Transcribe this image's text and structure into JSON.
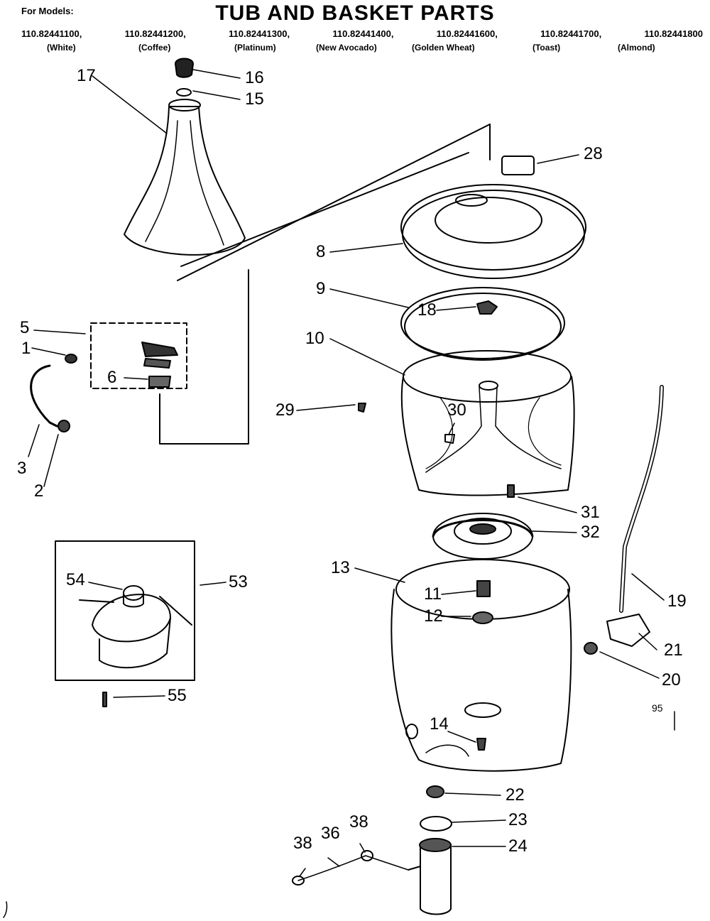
{
  "header": {
    "title": "TUB AND BASKET PARTS",
    "for_models_label": "For Models:",
    "models": [
      "110.82441100,",
      "110.82441200,",
      "110.82441300,",
      "110.82441400,",
      "110.82441600,",
      "110.82441700,",
      "110.82441800"
    ],
    "colors": [
      "(White)",
      "(Coffee)",
      "(Platinum)",
      "(New Avocado)",
      "(Golden Wheat)",
      "(Toast)",
      "(Almond)"
    ]
  },
  "parts": {
    "p1": "1",
    "p2": "2",
    "p3": "3",
    "p5": "5",
    "p6": "6",
    "p8": "8",
    "p9": "9",
    "p10": "10",
    "p11": "11",
    "p12": "12",
    "p13": "13",
    "p14": "14",
    "p15": "15",
    "p16": "16",
    "p17": "17",
    "p18": "18",
    "p19": "19",
    "p20": "20",
    "p21": "21",
    "p22": "22",
    "p23": "23",
    "p24": "24",
    "p28": "28",
    "p29": "29",
    "p30": "30",
    "p31": "31",
    "p32": "32",
    "p36": "36",
    "p38a": "38",
    "p38b": "38",
    "p53": "53",
    "p54": "54",
    "p55": "55"
  },
  "marks": {
    "page_code": "95"
  }
}
